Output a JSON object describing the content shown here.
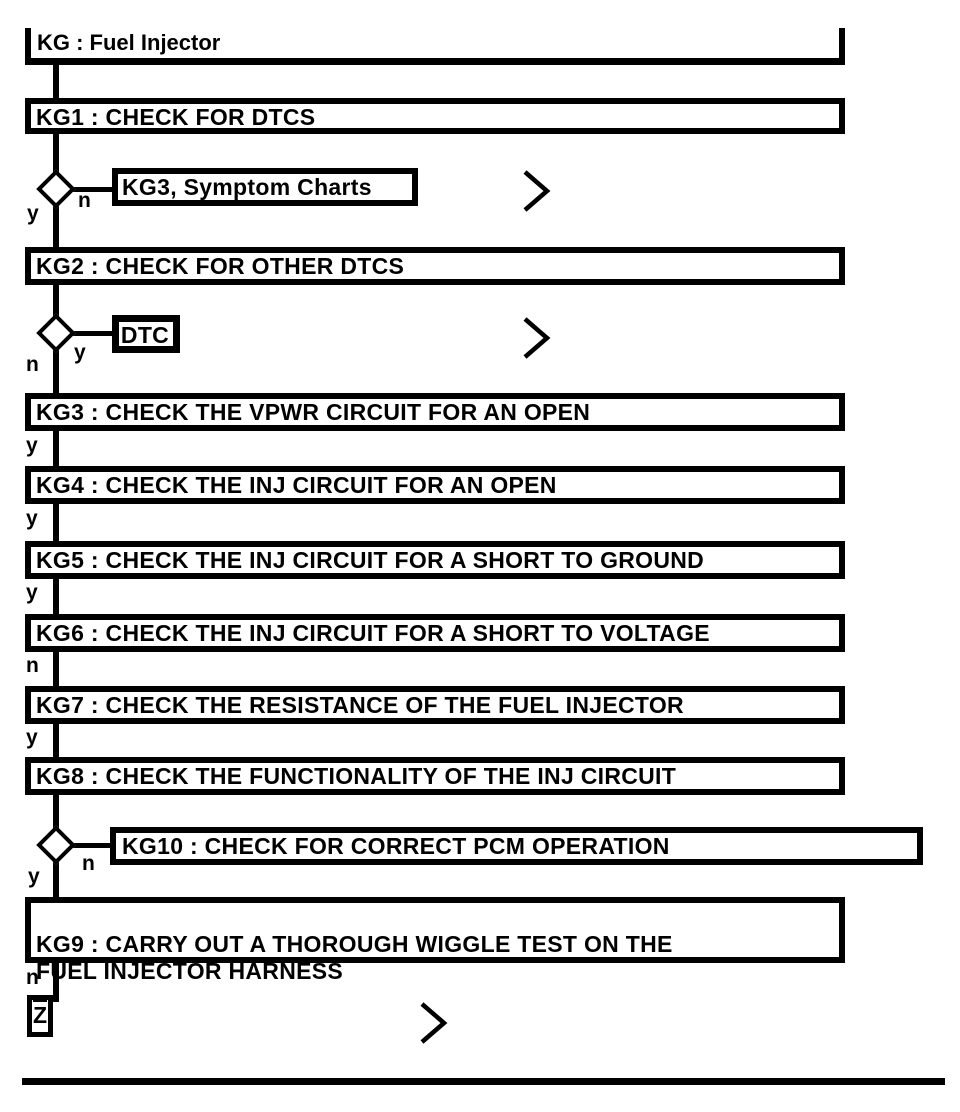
{
  "page": {
    "background": "#ffffff",
    "line_color": "#000000"
  },
  "title": {
    "label": "KG : Fuel Injector"
  },
  "nodes": {
    "kg1": {
      "label": "KG1 : CHECK FOR DTCS"
    },
    "kg2": {
      "label": "KG2 : CHECK FOR OTHER DTCS"
    },
    "kg3": {
      "label": "KG3 : CHECK THE VPWR CIRCUIT FOR AN OPEN"
    },
    "kg4": {
      "label": "KG4 : CHECK THE INJ CIRCUIT FOR AN OPEN"
    },
    "kg5": {
      "label": "KG5 : CHECK THE INJ CIRCUIT FOR A SHORT TO GROUND"
    },
    "kg6": {
      "label": "KG6 : CHECK THE INJ CIRCUIT FOR A SHORT TO VOLTAGE"
    },
    "kg7": {
      "label": "KG7 : CHECK THE RESISTANCE OF THE FUEL INJECTOR"
    },
    "kg8": {
      "label": "KG8 : CHECK THE FUNCTIONALITY OF THE INJ CIRCUIT"
    },
    "kg9": {
      "label": "KG9 : CARRY OUT A THOROUGH WIGGLE TEST ON THE\nFUEL INJECTOR HARNESS"
    },
    "kg10": {
      "label": "KG10 : CHECK FOR CORRECT PCM OPERATION"
    },
    "symptom_ref": {
      "label": "KG3, Symptom Charts"
    },
    "dtc_ref": {
      "label": "DTC"
    },
    "z_connector": {
      "label": "Z"
    }
  },
  "decision_labels": {
    "d1_yes": "y",
    "d1_no": "n",
    "d2_yes": "y",
    "d2_no": "n",
    "d3_yes": "y",
    "d3_no": "n"
  },
  "edge_labels": {
    "kg3_to_kg4": "y",
    "kg4_to_kg5": "y",
    "kg5_to_kg6": "y",
    "kg6_to_kg7": "n",
    "kg7_to_kg8": "y",
    "kg9_to_z": "n"
  },
  "icons": {
    "continue_arrow": "chevron-right"
  }
}
